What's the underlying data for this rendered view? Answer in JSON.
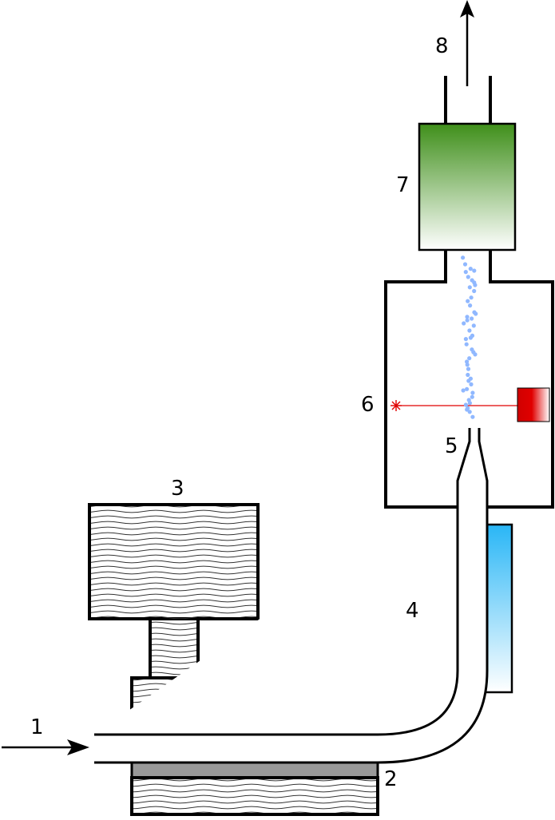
{
  "labels": {
    "l1": "1",
    "l2": "2",
    "l3": "3",
    "l4": "4",
    "l5": "5",
    "l6": "6",
    "l7": "7",
    "l8": "8"
  },
  "colors": {
    "outline": "#000000",
    "seal": "#999999",
    "cooler_top": "#29b6f6",
    "cooler_bottom": "#ffffff",
    "filter_top": "#3f8f1a",
    "filter_bottom": "#ffffff",
    "laser": "#e00000",
    "droplet": "#90b8ff",
    "texture_line": "#333333"
  }
}
